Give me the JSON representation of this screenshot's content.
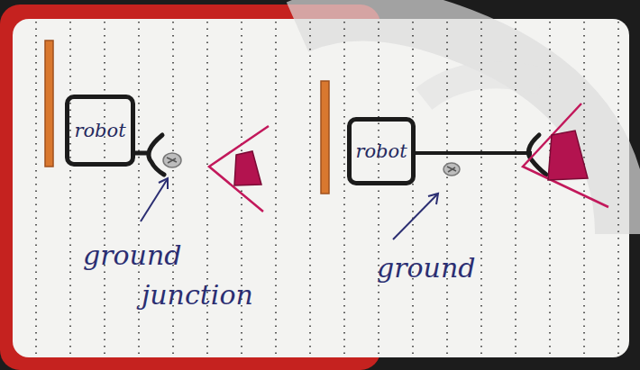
{
  "diagram": {
    "nodes": [
      {
        "text": [
          "robot"
        ]
      },
      {
        "text": [
          "robot"
        ]
      }
    ],
    "labels": [
      "ground junction",
      "ground"
    ]
  }
}
